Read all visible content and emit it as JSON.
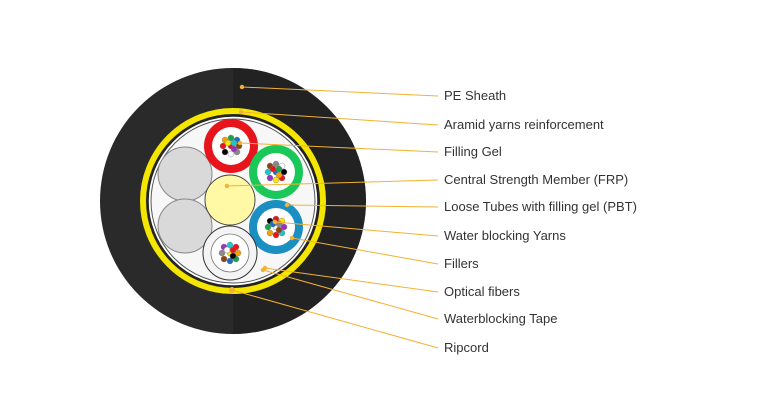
{
  "labels": [
    "PE Sheath",
    "Aramid yarns reinforcement",
    "Filling Gel",
    "Central Strength Member (FRP)",
    "Loose Tubes with filling gel (PBT)",
    "Water blocking Yarns",
    "Fillers",
    "Optical fibers",
    "Waterblocking Tape",
    "Ripcord"
  ],
  "colors": {
    "sheath": "#2a2a2a",
    "aramid": "#f5e600",
    "leader": "#f2b233",
    "tube_red": "#e8141c",
    "tube_green": "#19c859",
    "tube_blue": "#1b8ec2",
    "tube_white": "#f4f4f4",
    "central_member": "#fff9a6",
    "filler": "#d9d9d9"
  },
  "fiber_colors": [
    "#e8141c",
    "#f5a000",
    "#19a34a",
    "#1b6ec2",
    "#8b4513",
    "#888888",
    "#ffffff",
    "#000000",
    "#e8141c",
    "#f5e600",
    "#9b30c8",
    "#19c8c8"
  ]
}
